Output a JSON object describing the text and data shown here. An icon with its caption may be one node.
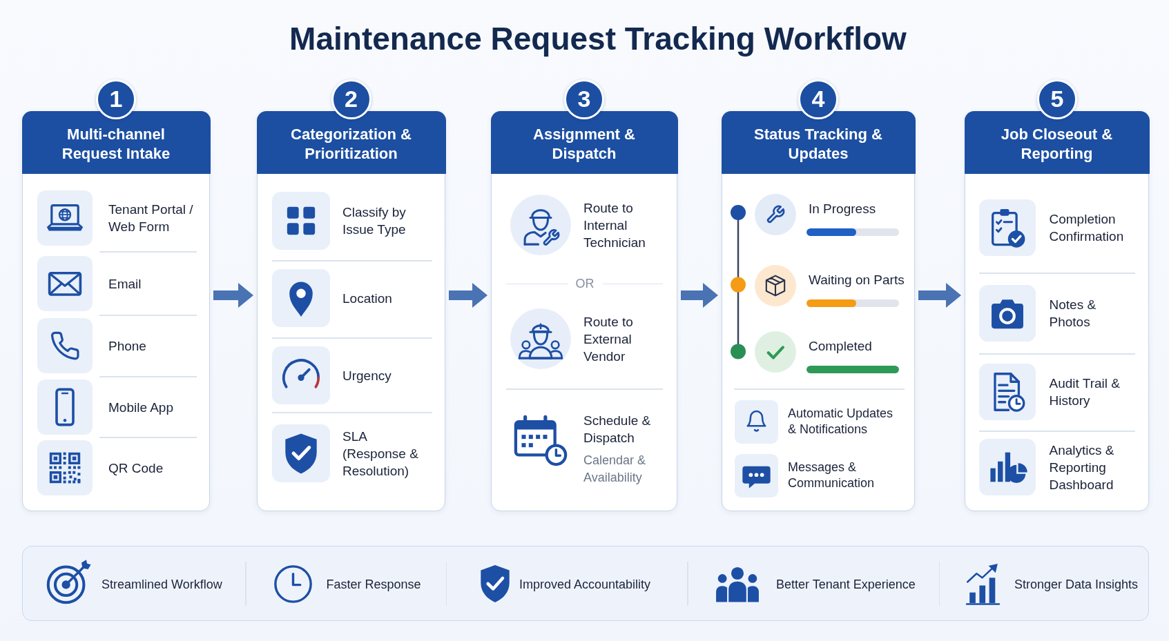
{
  "diagram": {
    "title": "Maintenance Request Tracking Workflow",
    "nodes": [
      {
        "text": [
          "1"
        ]
      },
      {
        "text": [
          "Multi-channel Request Intake"
        ]
      },
      {
        "text": [
          "Tenant Portal / Web Form"
        ],
        "in": 1
      },
      {
        "text": [
          "Email"
        ],
        "in": 1
      },
      {
        "text": [
          "Phone"
        ],
        "in": 1
      },
      {
        "text": [
          "Mobile App"
        ],
        "in": 1
      },
      {
        "text": [
          "QR Code"
        ],
        "in": 1
      },
      {
        "text": [
          "2"
        ]
      },
      {
        "text": [
          "Categorization & Prioritization"
        ]
      },
      {
        "text": [
          "Classify by Issue Type"
        ],
        "in": 8
      },
      {
        "text": [
          "Location"
        ],
        "in": 8
      },
      {
        "text": [
          "Urgency"
        ],
        "in": 8
      },
      {
        "text": [
          "SLA (Response & Resolution)"
        ],
        "in": 8
      },
      {
        "text": [
          "3"
        ]
      },
      {
        "text": [
          "Assignment & Dispatch"
        ]
      },
      {
        "text": [
          "Route to Internal Technician"
        ],
        "in": 14
      },
      {
        "text": [
          "Route to External Vendor"
        ],
        "in": 14
      },
      {
        "text": [
          "Schedule & Dispatch",
          "Calendar & Availability"
        ],
        "in": 14
      },
      {
        "text": [
          "4"
        ]
      },
      {
        "text": [
          "Status Tracking & Updates"
        ]
      },
      {
        "text": [
          "In Progress"
        ],
        "in": 19
      },
      {
        "text": [
          "Waiting on Parts"
        ],
        "in": 19
      },
      {
        "text": [
          "Completed"
        ],
        "in": 19
      },
      {
        "text": [
          "Automatic Updates & Notifications"
        ],
        "in": 19
      },
      {
        "text": [
          "Messages & Communication"
        ],
        "in": 19
      },
      {
        "text": [
          "5"
        ]
      },
      {
        "text": [
          "Job Closeout & Reporting"
        ]
      },
      {
        "text": [
          "Completion Confirmation"
        ],
        "in": 26
      },
      {
        "text": [
          "Notes & Photos"
        ],
        "in": 26
      },
      {
        "text": [
          "Audit Trail & History"
        ],
        "in": 26
      },
      {
        "text": [
          "Analytics & Reporting Dashboard"
        ],
        "in": 26
      },
      {
        "text": [
          "Streamlined Workflow",
          "Faster Response",
          "Improved Accountability",
          "Better Tenant Experience",
          "Stronger Data Insights"
        ]
      }
    ],
    "edges": [
      {
        "from": 1,
        "to": 8,
        "arrow": "to"
      },
      {
        "from": 8,
        "to": 14,
        "arrow": "to"
      },
      {
        "from": 14,
        "to": 19,
        "arrow": "to"
      },
      {
        "from": 19,
        "to": 26,
        "arrow": "to"
      }
    ],
    "labels": [
      "OR"
    ]
  }
}
